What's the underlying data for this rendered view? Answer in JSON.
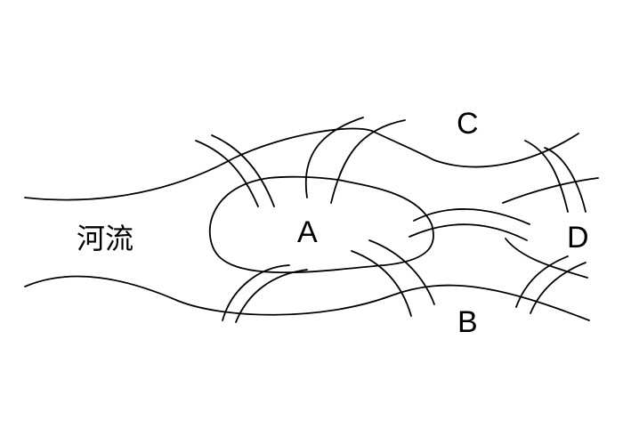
{
  "labels": {
    "river": "河流",
    "a": "A",
    "b": "B",
    "c": "C",
    "d": "D"
  },
  "colors": {
    "ink": "#000000",
    "background": "#ffffff"
  }
}
